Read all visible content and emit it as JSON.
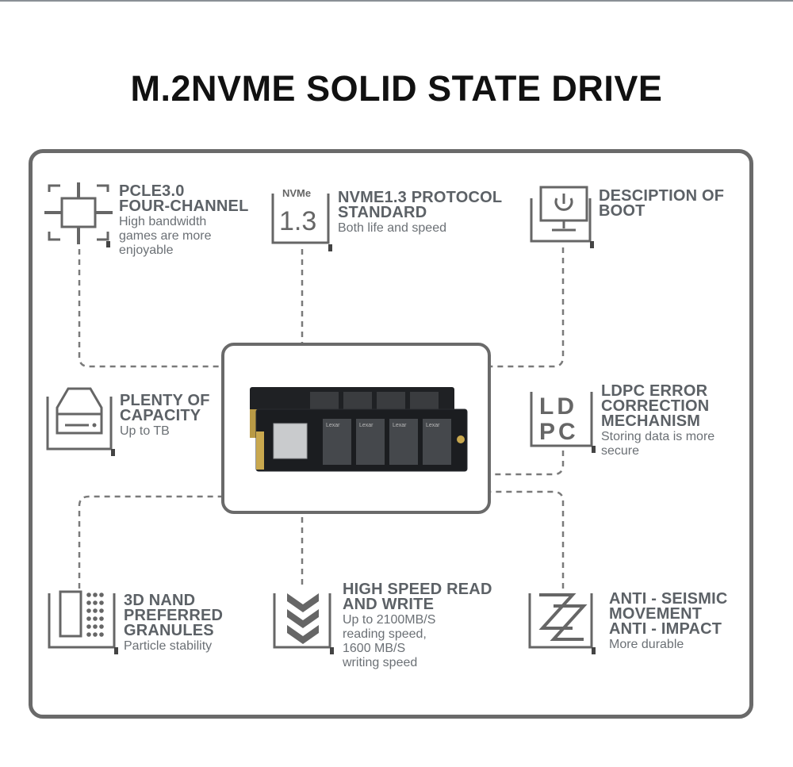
{
  "title": "M.2NVME SOLID STATE DRIVE",
  "features": {
    "pcie": {
      "heading": "PCLE3.0\nFOUR-CHANNEL",
      "desc": "High bandwidth\ngames are more\nenjoyable",
      "icon": "chip-icon"
    },
    "nvme": {
      "heading": "NVME1.3 PROTOCOL\nSTANDARD",
      "desc": "Both life and speed",
      "icon": "nvme-badge-icon",
      "badge_top": "NVMe",
      "badge_num": "1.3"
    },
    "boot": {
      "heading": "DESCIPTION OF\nBOOT",
      "desc": "",
      "icon": "monitor-power-icon"
    },
    "capacity": {
      "heading": "PLENTY OF\nCAPACITY",
      "desc": "Up to TB",
      "icon": "drive-icon"
    },
    "ldpc": {
      "heading": "LDPC ERROR\nCORRECTION\nMECHANISM",
      "desc": "Storing data is more\nsecure",
      "icon": "ldpc-icon",
      "badge_line1": "LD",
      "badge_line2": "PC"
    },
    "nand": {
      "heading": "3D NAND\nPREFERRED\nGRANULES",
      "desc": "Particle stability",
      "icon": "nand-grid-icon"
    },
    "speed": {
      "heading": "HIGH SPEED READ\nAND WRITE",
      "desc": "Up to 2100MB/S\nreading speed,\n1600 MB/S\nwriting speed",
      "icon": "chevrons-down-icon"
    },
    "seismic": {
      "heading": "ANTI - SEISMIC\nMOVEMENT\nANTI - IMPACT",
      "desc": "More durable",
      "icon": "shock-icon"
    }
  },
  "ssd_labels": [
    "Lexar",
    "Lexar",
    "Lexar",
    "Lexar"
  ],
  "colors": {
    "frame": "#6a6a6a",
    "text": "#5c6166",
    "title": "#111111",
    "dash": "#7a7a7a"
  }
}
